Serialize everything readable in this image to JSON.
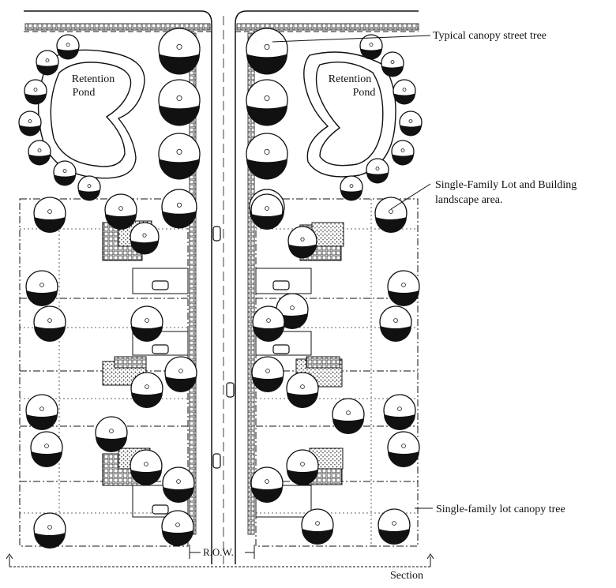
{
  "labels": {
    "typical_street_tree": "Typical canopy street tree",
    "single_family_landscape_line1": "Single-Family Lot and Building",
    "single_family_landscape_line2": "landscape area.",
    "single_family_lot_tree": "Single-family lot canopy tree",
    "row": "R.O.W.",
    "section": "Section"
  },
  "ponds": {
    "left": {
      "line1": "Retention",
      "line2": "Pond"
    },
    "right": {
      "line1": "Retention",
      "line2": "Pond"
    }
  },
  "colors": {
    "ink": "#111111",
    "paper": "#ffffff"
  }
}
